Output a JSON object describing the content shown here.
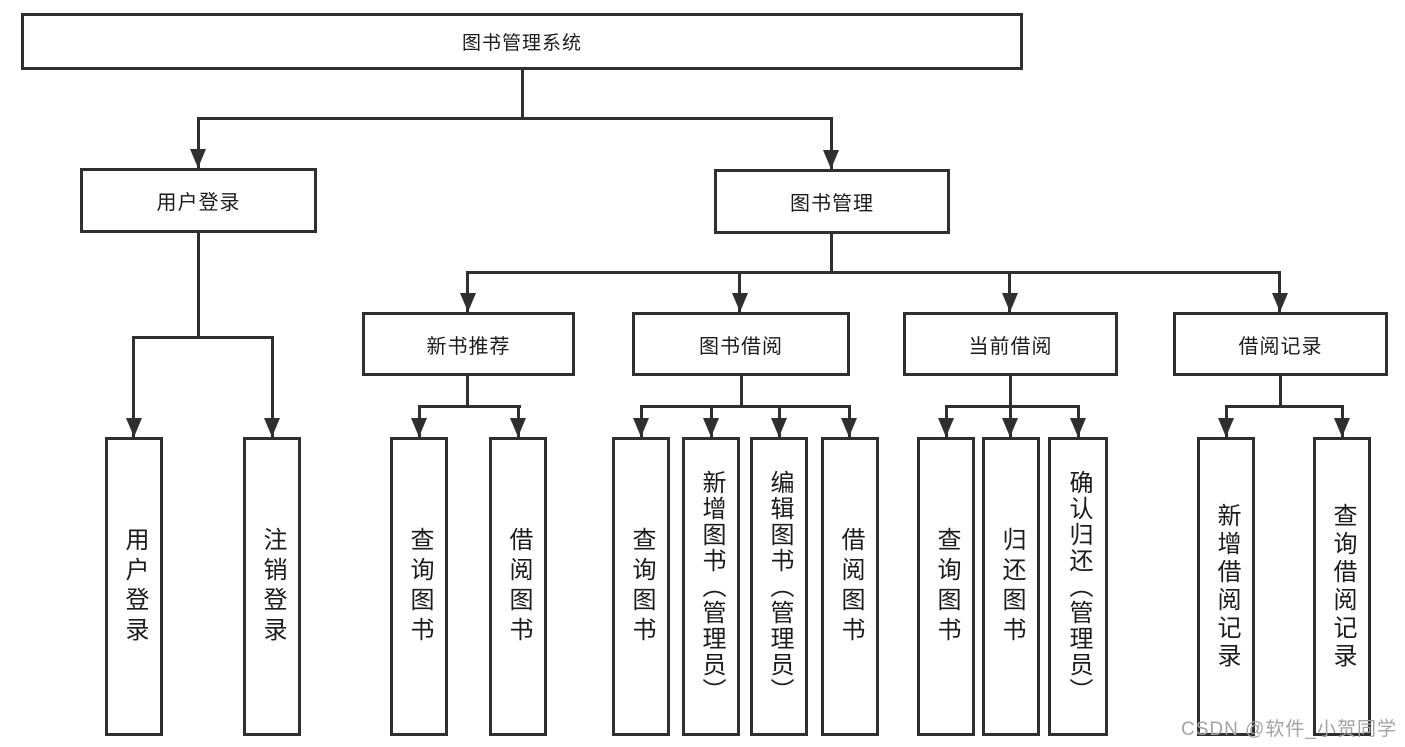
{
  "diagram": {
    "title": "图书管理系统",
    "level2": {
      "user_login": "用户登录",
      "book_mgmt": "图书管理"
    },
    "level3": {
      "new_books": "新书推荐",
      "borrowing": "图书借阅",
      "current": "当前借阅",
      "records": "借阅记录"
    },
    "leaves": {
      "user_login": [
        "用户登录",
        "注销登录"
      ],
      "new_books": [
        "查询图书",
        "借阅图书"
      ],
      "borrowing": [
        "查询图书",
        "新增图书（管理员）",
        "编辑图书（管理员）",
        "借阅图书"
      ],
      "current": [
        "查询图书",
        "归还图书",
        "确认归还（管理员）"
      ],
      "records": [
        "新增借阅记录",
        "查询借阅记录"
      ]
    }
  },
  "watermark": "CSDN @软件_小贺同学",
  "colors": {
    "line": "#2f2f2f",
    "text": "#1b1b1b",
    "watermark": "#a3a3a3",
    "background": "#ffffff"
  }
}
